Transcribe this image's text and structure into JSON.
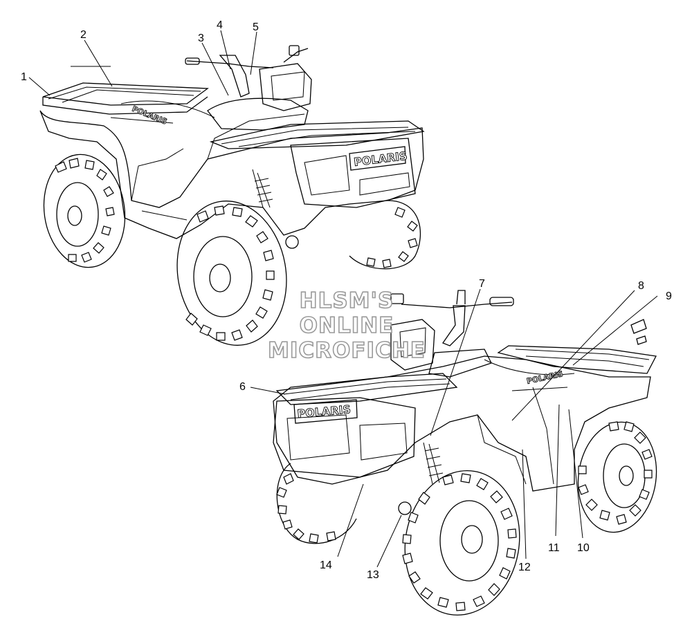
{
  "diagram": {
    "brand_text": "POLARIS",
    "watermark": [
      "HLSM'S",
      "ONLINE",
      "MICROFICHE"
    ],
    "callouts": [
      "1",
      "2",
      "3",
      "4",
      "5",
      "6",
      "7",
      "8",
      "9",
      "10",
      "11",
      "12",
      "13",
      "14"
    ]
  }
}
